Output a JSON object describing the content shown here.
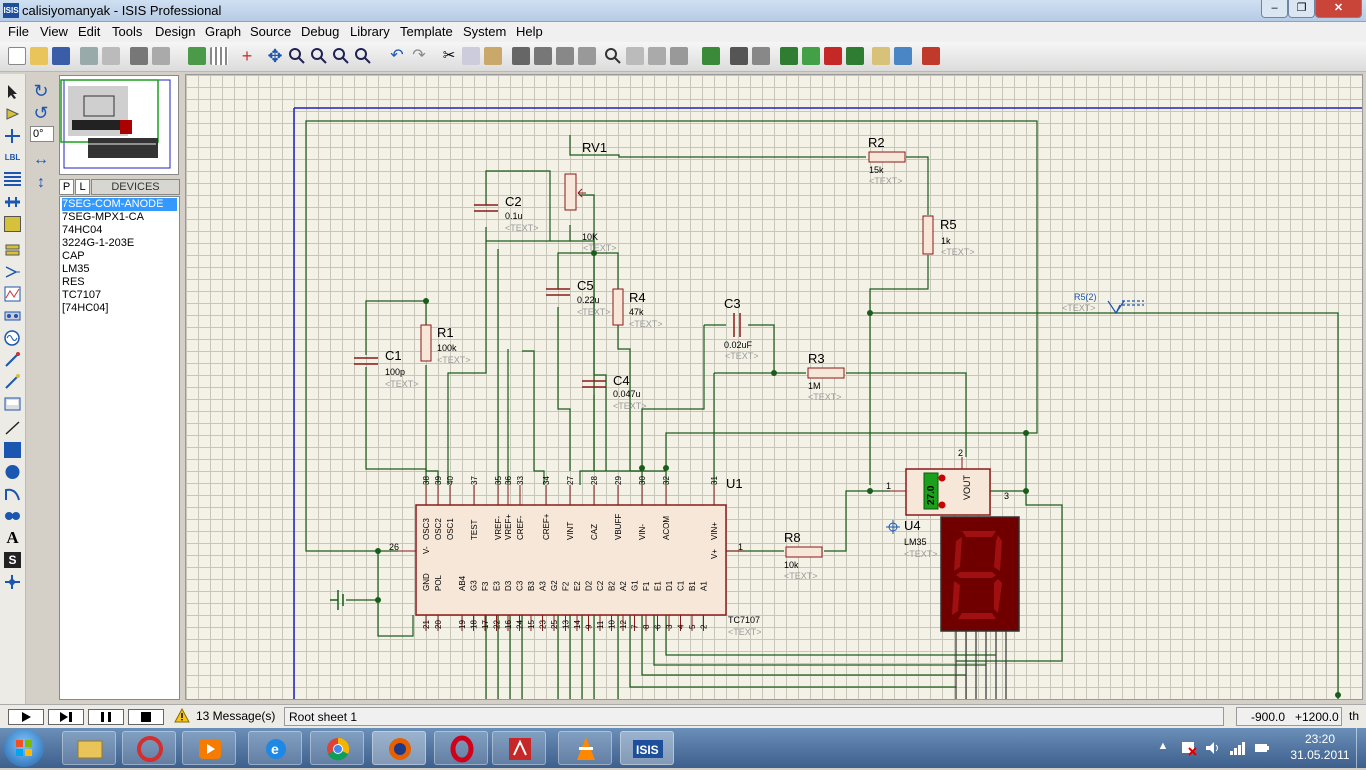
{
  "window": {
    "title": "calisiyomanyak - ISIS Professional",
    "icon_text": "ISIS"
  },
  "menu": [
    "File",
    "Edit",
    "View",
    "Tools",
    "Design",
    "Graph",
    "Source",
    "Debug",
    "Library",
    "Template",
    "System",
    "Help"
  ],
  "left_panel": {
    "rotation_value": "0°",
    "tab_p": "P",
    "tab_l": "L",
    "devices_header": "DEVICES",
    "devices": [
      "7SEG-COM-ANODE",
      "7SEG-MPX1-CA",
      "74HC04",
      "3224G-1-203E",
      "CAP",
      "LM35",
      "RES",
      "TC7107",
      "[74HC04]"
    ],
    "selected_device_index": 0
  },
  "schematic": {
    "components": {
      "rv1": {
        "ref": "RV1",
        "value": "10K",
        "text": "<TEXT>"
      },
      "r2": {
        "ref": "R2",
        "value": "15k",
        "text": "<TEXT>"
      },
      "r5": {
        "ref": "R5",
        "value": "1k",
        "text": "<TEXT>"
      },
      "c2": {
        "ref": "C2",
        "value": "0.1u",
        "text": "<TEXT>"
      },
      "c5": {
        "ref": "C5",
        "value": "0.22u",
        "text": "<TEXT>"
      },
      "r4": {
        "ref": "R4",
        "value": "47k",
        "text": "<TEXT>"
      },
      "c3": {
        "ref": "C3",
        "value": "0.02uF",
        "text": "<TEXT>"
      },
      "r1": {
        "ref": "R1",
        "value": "100k",
        "text": "<TEXT>"
      },
      "c1": {
        "ref": "C1",
        "value": "100p",
        "text": "<TEXT>"
      },
      "c4": {
        "ref": "C4",
        "value": "0.047u",
        "text": "<TEXT>"
      },
      "r3": {
        "ref": "R3",
        "value": "1M",
        "text": "<TEXT>"
      },
      "r8": {
        "ref": "R8",
        "value": "10k",
        "text": "<TEXT>"
      },
      "u1": {
        "ref": "U1",
        "value": "TC7107",
        "text": "<TEXT>"
      },
      "u4": {
        "ref": "U4",
        "value": "LM35",
        "text": "<TEXT>",
        "reading": "27.0",
        "pin_vout": "VOUT"
      },
      "r5_probe": {
        "ref": "R5(2)",
        "text": "<TEXT>"
      }
    },
    "u1_top_pins": [
      {
        "num": "38",
        "name": "OSC3"
      },
      {
        "num": "39",
        "name": "OSC2"
      },
      {
        "num": "40",
        "name": "OSC1"
      },
      {
        "num": "37",
        "name": "TEST"
      },
      {
        "num": "35",
        "name": "VREF-"
      },
      {
        "num": "36",
        "name": "VREF+"
      },
      {
        "num": "33",
        "name": "CREF-"
      },
      {
        "num": "34",
        "name": "CREF+"
      },
      {
        "num": "27",
        "name": "VINT"
      },
      {
        "num": "28",
        "name": "CAZ"
      },
      {
        "num": "29",
        "name": "VBUFF"
      },
      {
        "num": "30",
        "name": "VIN-"
      },
      {
        "num": "32",
        "name": "ACOM"
      },
      {
        "num": "31",
        "name": "VIN+"
      }
    ],
    "u1_bottom_pins": [
      {
        "num": "21",
        "name": "GND"
      },
      {
        "num": "20",
        "name": "POL"
      },
      {
        "num": "19",
        "name": "AB4"
      },
      {
        "num": "18",
        "name": "G3"
      },
      {
        "num": "17",
        "name": "F3"
      },
      {
        "num": "22",
        "name": "E3"
      },
      {
        "num": "16",
        "name": "D3"
      },
      {
        "num": "24",
        "name": "C3"
      },
      {
        "num": "15",
        "name": "B3"
      },
      {
        "num": "23",
        "name": "A3"
      },
      {
        "num": "25",
        "name": "G2"
      },
      {
        "num": "13",
        "name": "F2"
      },
      {
        "num": "14",
        "name": "E2"
      },
      {
        "num": "9",
        "name": "D2"
      },
      {
        "num": "11",
        "name": "C2"
      },
      {
        "num": "10",
        "name": "B2"
      },
      {
        "num": "12",
        "name": "A2"
      },
      {
        "num": "7",
        "name": "G1"
      },
      {
        "num": "8",
        "name": "F1"
      },
      {
        "num": "6",
        "name": "E1"
      },
      {
        "num": "3",
        "name": "D1"
      },
      {
        "num": "4",
        "name": "C1"
      },
      {
        "num": "5",
        "name": "B1"
      },
      {
        "num": "2",
        "name": "A1"
      }
    ],
    "u1_side_pins": {
      "left_num": "26",
      "left_name": "V-",
      "right_num": "1",
      "right_name": "V+"
    },
    "u4_pins": {
      "left": "1",
      "right": "3",
      "top": "2"
    }
  },
  "statusbar": {
    "messages": "13 Message(s)",
    "sheet": "Root sheet 1",
    "coord_x": "-900.0",
    "coord_y": "+1200.0",
    "units": "th"
  },
  "taskbar": {
    "time": "23:20",
    "date": "31.05.2011"
  },
  "colors": {
    "wire": "#1a5c1a",
    "component": "#8a1a1a",
    "chip_fill": "#f6e7d8",
    "display_bg": "#700000",
    "display_segment": "#a01010",
    "canvas": "#f4f2e6",
    "border_blue": "#2020c0"
  }
}
